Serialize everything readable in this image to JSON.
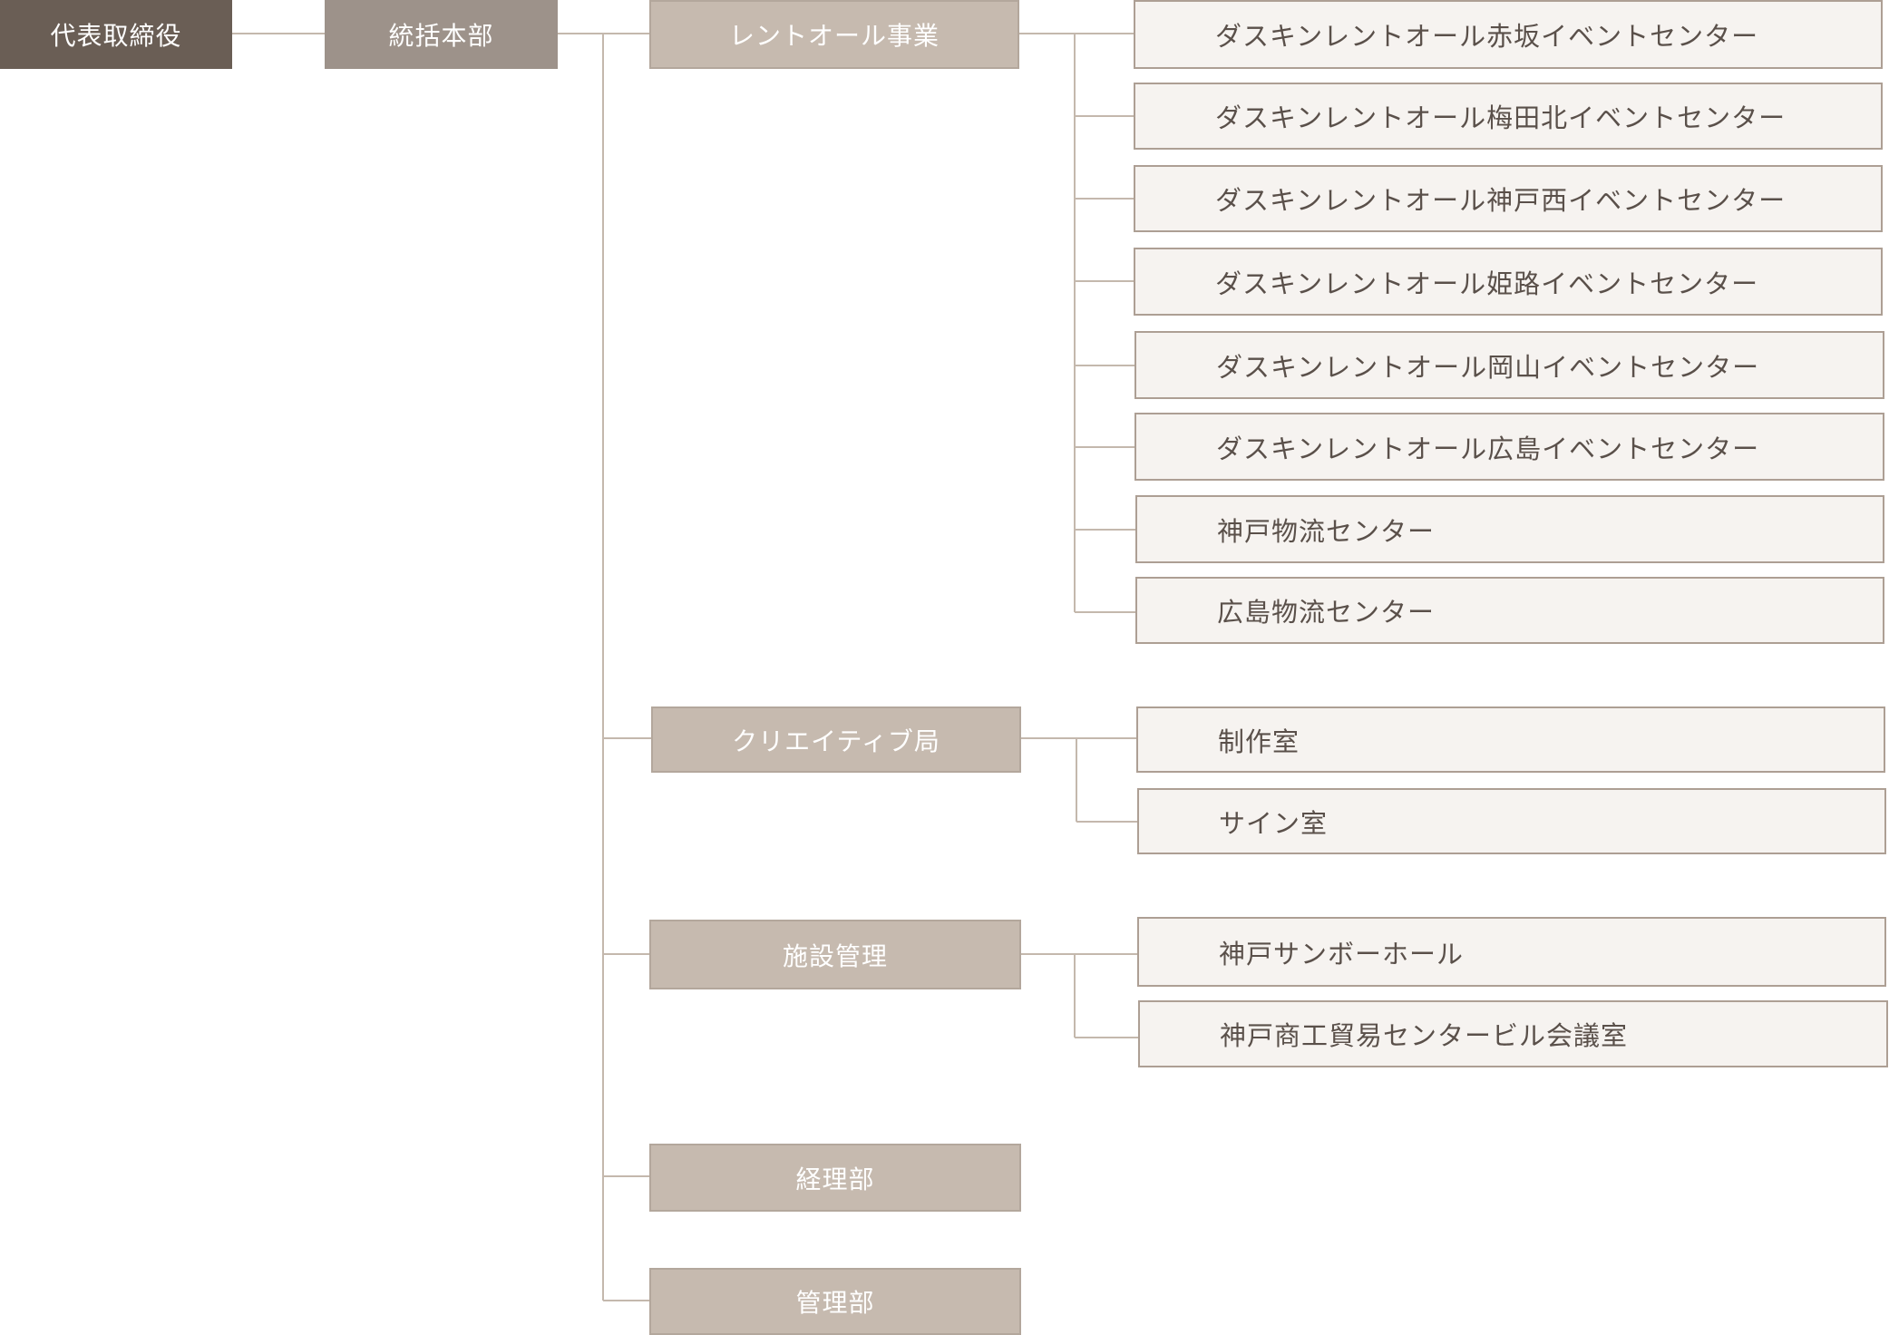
{
  "org_chart": {
    "ceo": "代表取締役",
    "hq": "統括本部",
    "divisions": [
      {
        "name": "レントオール事業",
        "units": [
          "ダスキンレントオール赤坂イベントセンター",
          "ダスキンレントオール梅田北イベントセンター",
          "ダスキンレントオール神戸西イベントセンター",
          "ダスキンレントオール姫路イベントセンター",
          "ダスキンレントオール岡山イベントセンター",
          "ダスキンレントオール広島イベントセンター",
          "神戸物流センター",
          "広島物流センター"
        ]
      },
      {
        "name": "クリエイティブ局",
        "units": [
          "制作室",
          "サイン室"
        ]
      },
      {
        "name": "施設管理",
        "units": [
          "神戸サンボーホール",
          "神戸商工貿易センタービル会議室"
        ]
      },
      {
        "name": "経理部",
        "units": []
      },
      {
        "name": "管理部",
        "units": []
      }
    ],
    "colors": {
      "ceo_fill": "#6a5e55",
      "hq_fill": "#9d928a",
      "division_fill": "#c6baaf",
      "unit_fill": "#f6f3f0",
      "unit_border": "#ad9f94",
      "connector": "#c4b8ad"
    }
  }
}
